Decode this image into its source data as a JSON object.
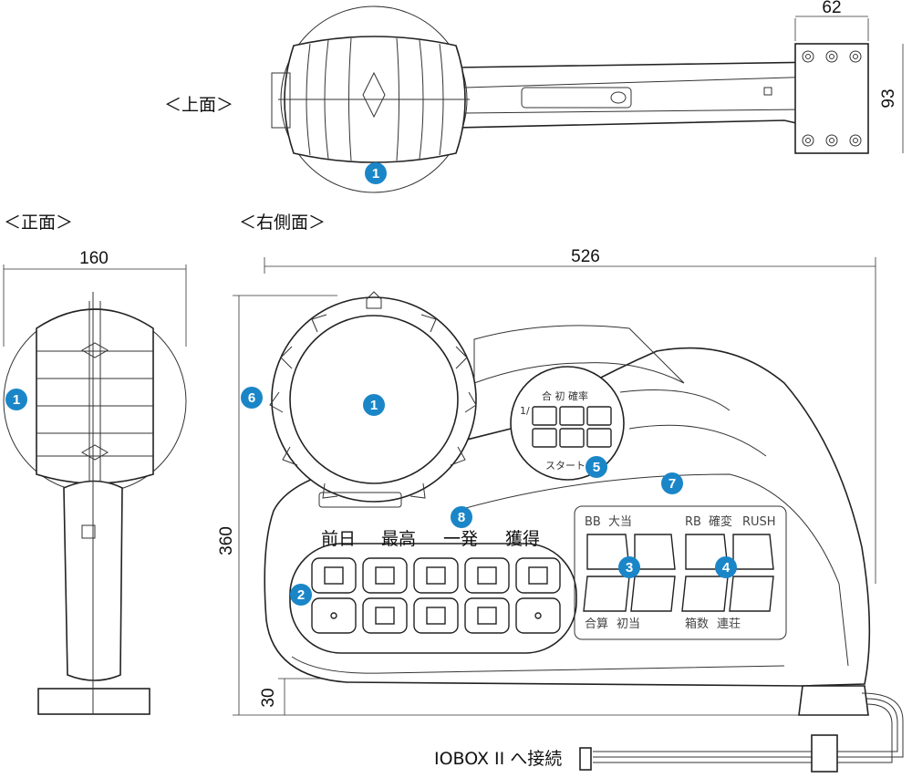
{
  "views": {
    "top": "＜上面＞",
    "front": "＜正面＞",
    "right_side": "＜右側面＞"
  },
  "dimensions": {
    "top_width": "62",
    "top_height": "93",
    "front_width": "160",
    "side_width": "526",
    "side_height": "360",
    "base_height": "30"
  },
  "display": {
    "history_labels": [
      "前日",
      "最高",
      "一発",
      "獲得"
    ],
    "bb_label": "BB",
    "big_hit_label": "大当",
    "rb_label": "RB",
    "prob_change_label": "確変",
    "rush_label": "RUSH",
    "total_label": "合算",
    "first_hit_label": "初当",
    "box_count_label": "箱数",
    "streak_label": "連荘",
    "meter_prefix": "1/",
    "meter_labels": "合 初 確率",
    "start_label": "スタート"
  },
  "connector": "IOBOX II へ接続",
  "callouts": [
    "1",
    "2",
    "3",
    "4",
    "5",
    "6",
    "7",
    "8"
  ],
  "colors": {
    "callout": "#1a86c8",
    "line": "#222222"
  }
}
